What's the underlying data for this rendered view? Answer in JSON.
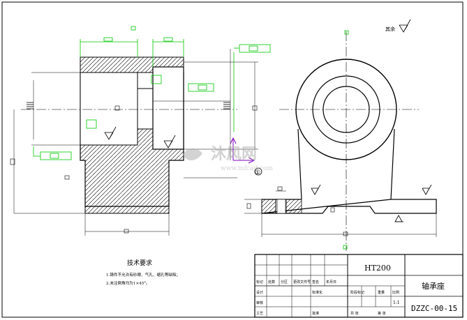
{
  "drawing": {
    "background": "#ffffff",
    "line_color": "#000000",
    "dimension_color": "#00c800",
    "axis_color": "#8000c0",
    "watermark_color": "#b0b0b0"
  },
  "tech_requirements": {
    "title": "技术要求",
    "item1": "1.铸件不允许有砂眼、气孔、缩孔等缺陷；",
    "item2": "2.未注倒角均为1×45°。"
  },
  "roughness_note": {
    "prefix": "其余"
  },
  "section_label": "①",
  "title_block": {
    "material": "HT200",
    "part_name": "轴承座",
    "drawing_number": "DZZC-00-15",
    "scale": "1:1",
    "labels": {
      "mark": "标记",
      "count": "处数",
      "zone": "分区",
      "change_doc": "更改文件号",
      "signature": "签名",
      "date": "年月日",
      "design": "设计",
      "standardize": "标准化",
      "review": "审核",
      "process": "工艺",
      "approve": "批准",
      "stage_mark": "阶段标记",
      "weight": "重量",
      "scale_label": "比例",
      "sheets": "共 张",
      "sheet": "第 张"
    }
  },
  "watermark": {
    "brand": "沐风网",
    "url": "www.mfcad.com"
  }
}
